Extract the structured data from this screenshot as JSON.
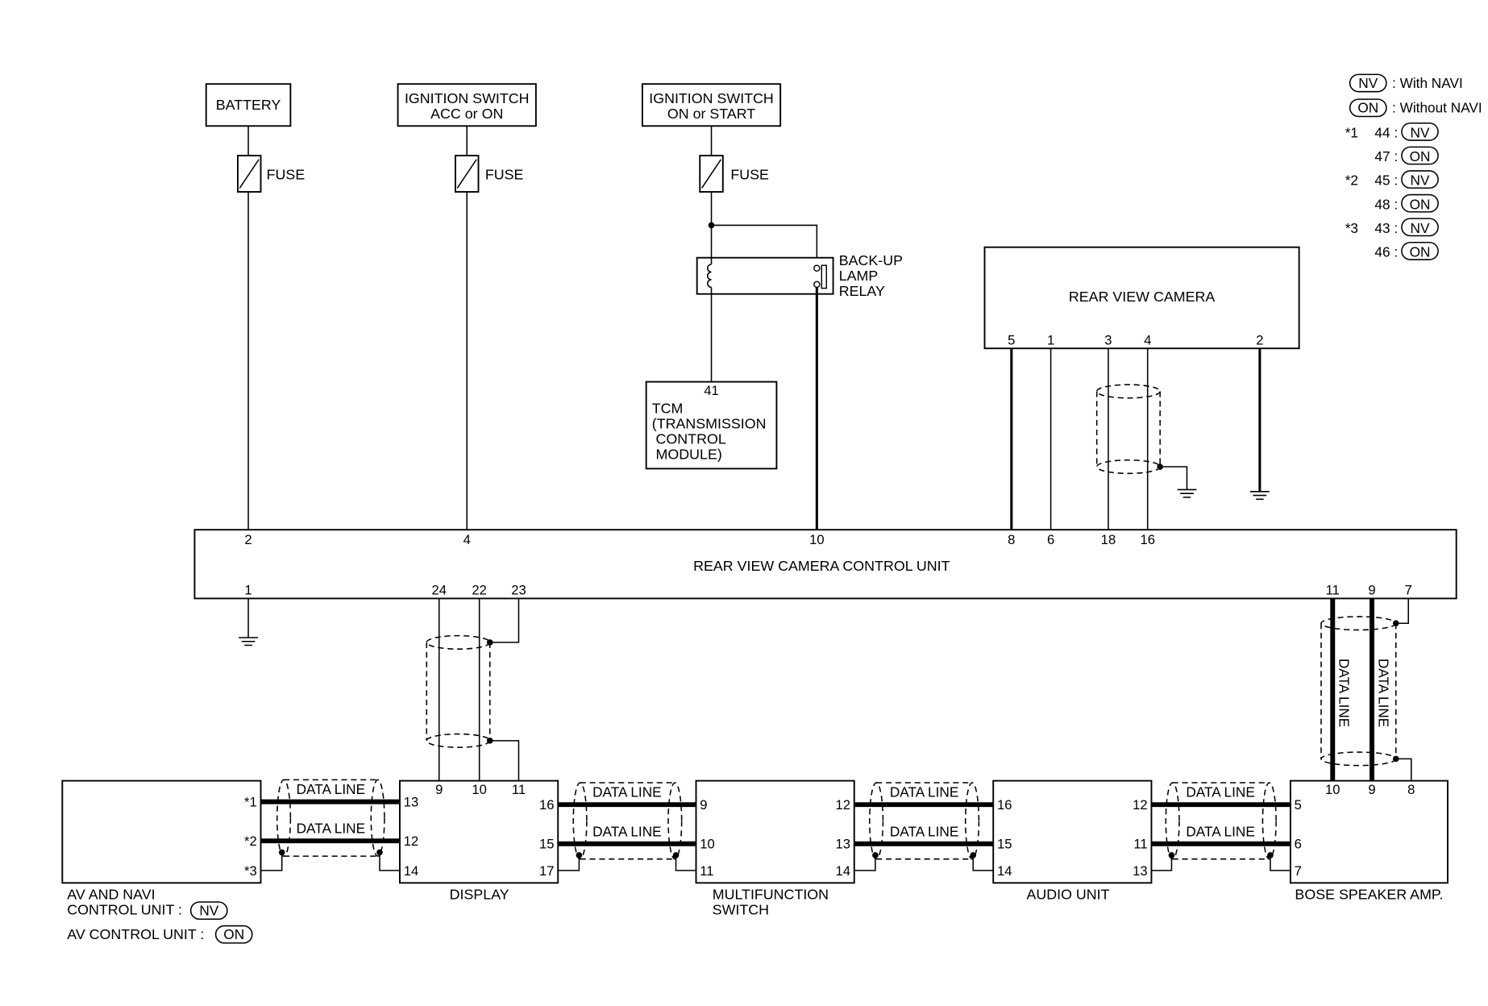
{
  "legend": {
    "nv_code": "NV",
    "on_code": "ON",
    "nv_text": ": With NAVI",
    "on_text": ": Without NAVI",
    "notes": [
      {
        "mark": "*1",
        "nv_pin": "44 :",
        "on_pin": "47 :"
      },
      {
        "mark": "*2",
        "nv_pin": "45 :",
        "on_pin": "48 :"
      },
      {
        "mark": "*3",
        "nv_pin": "43 :",
        "on_pin": "46 :"
      }
    ]
  },
  "components": {
    "battery": "BATTERY",
    "ign_acc_l1": "IGNITION SWITCH",
    "ign_acc_l2": "ACC or ON",
    "ign_on_l1": "IGNITION SWITCH",
    "ign_on_l2": "ON or START",
    "fuse": "FUSE",
    "relay_l1": "BACK-UP",
    "relay_l2": "LAMP",
    "relay_l3": "RELAY",
    "tcm_l1": "TCM",
    "tcm_l2": "(TRANSMISSION",
    "tcm_l3": "CONTROL",
    "tcm_l4": "MODULE)",
    "camera": "REAR VIEW CAMERA",
    "control_unit": "REAR VIEW CAMERA CONTROL UNIT",
    "av_navi_l1": "AV AND NAVI",
    "av_navi_l2": "CONTROL UNIT :",
    "av_control": "AV CONTROL UNIT :",
    "display": "DISPLAY",
    "mfs_l1": "MULTIFUNCTION",
    "mfs_l2": "SWITCH",
    "audio": "AUDIO UNIT",
    "bose": "BOSE SPEAKER AMP.",
    "data_line": "DATA LINE"
  },
  "pins": {
    "tcm": "41",
    "camera": [
      "5",
      "1",
      "3",
      "4",
      "2"
    ],
    "cu_top": [
      "2",
      "4",
      "10",
      "8",
      "6",
      "18",
      "16"
    ],
    "cu_bottom": [
      "1",
      "24",
      "22",
      "23",
      "11",
      "9",
      "7"
    ],
    "av_navi": [
      "*1",
      "*2",
      "*3"
    ],
    "display_left": [
      "13",
      "12",
      "14"
    ],
    "display_top": [
      "9",
      "10",
      "11"
    ],
    "display_right": [
      "16",
      "15",
      "17"
    ],
    "mfs_left": [
      "9",
      "10",
      "11"
    ],
    "mfs_right": [
      "12",
      "13",
      "14"
    ],
    "audio_left": [
      "16",
      "15",
      "14"
    ],
    "audio_right": [
      "12",
      "11",
      "13"
    ],
    "bose_left": [
      "5",
      "6",
      "7"
    ],
    "bose_top": [
      "10",
      "9",
      "8"
    ]
  }
}
